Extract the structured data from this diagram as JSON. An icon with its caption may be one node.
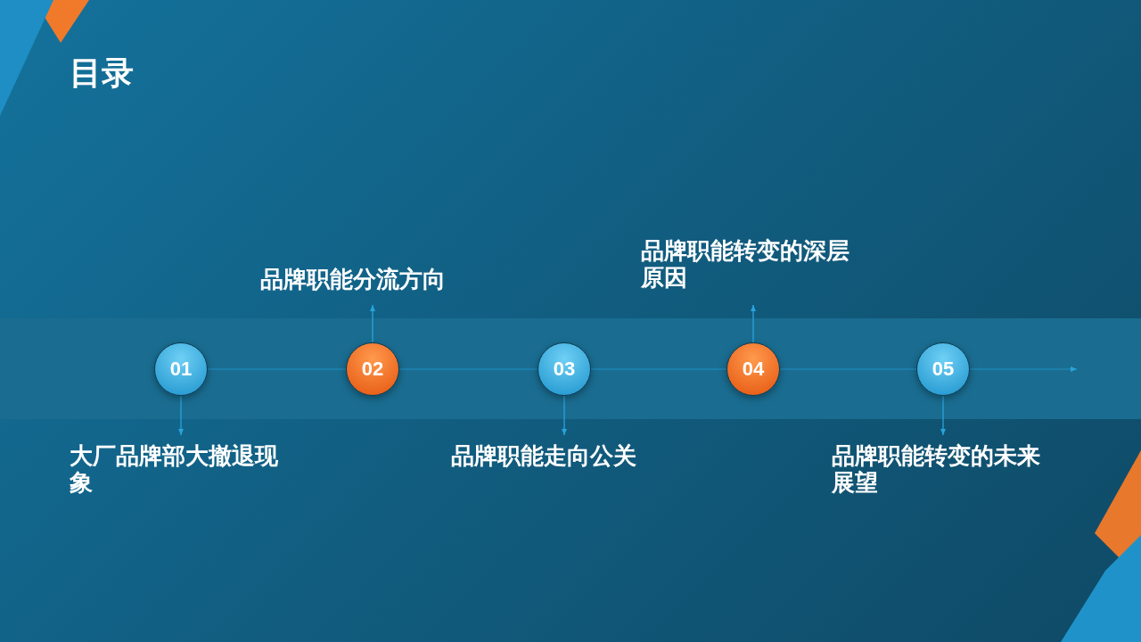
{
  "diagram": {
    "title": "目录",
    "nodes": [
      {
        "text": [
          "01"
        ]
      },
      {
        "text": [
          "大厂品牌部大撤退现象"
        ]
      },
      {
        "text": [
          "02"
        ]
      },
      {
        "text": [
          "品牌职能分流方向"
        ]
      },
      {
        "text": [
          "03"
        ]
      },
      {
        "text": [
          "品牌职能走向公关"
        ]
      },
      {
        "text": [
          "04"
        ]
      },
      {
        "text": [
          "品牌职能转变的深层原因"
        ]
      },
      {
        "text": [
          "05"
        ]
      },
      {
        "text": [
          "品牌职能转变的未来展望"
        ]
      }
    ],
    "edges": [
      {
        "from": 0,
        "to": 1,
        "arrow": "to"
      },
      {
        "from": 2,
        "to": 3,
        "arrow": "to"
      },
      {
        "from": 4,
        "to": 5,
        "arrow": "to"
      },
      {
        "from": 6,
        "to": 7,
        "arrow": "to"
      },
      {
        "from": 8,
        "to": 9,
        "arrow": "to"
      },
      {
        "from": 0,
        "to": 2,
        "arrow": "none"
      },
      {
        "from": 2,
        "to": 4,
        "arrow": "none"
      },
      {
        "from": 4,
        "to": 6,
        "arrow": "none"
      },
      {
        "from": 6,
        "to": 8,
        "arrow": "none"
      },
      {
        "from": 8,
        "to": null,
        "arrow": "to"
      }
    ]
  }
}
